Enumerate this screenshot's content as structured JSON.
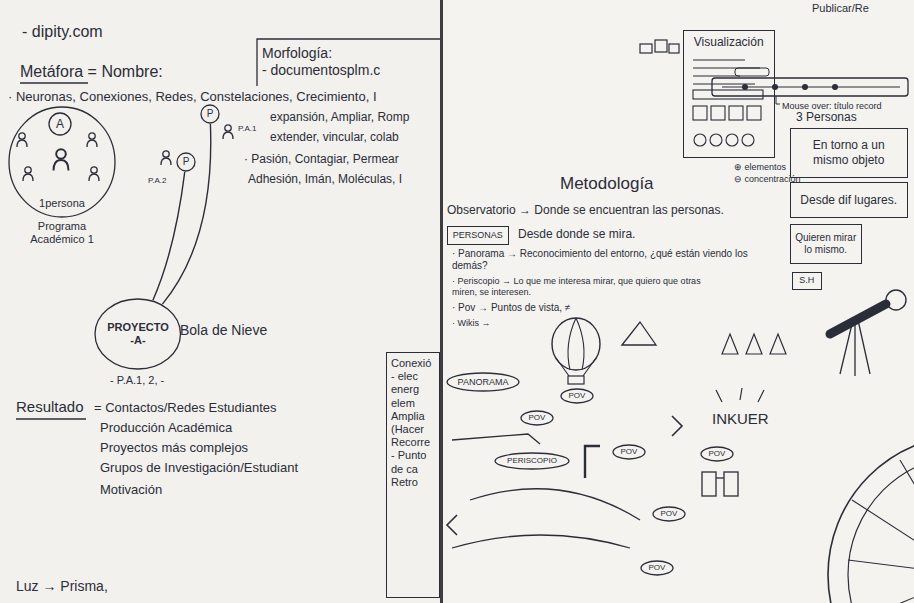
{
  "diagram": {
    "nodes": [
      {
        "text": [
          "Morfología:",
          "- documentosplm.c"
        ]
      },
      {
        "text": [
          "1persona",
          "Programa Académico 1"
        ]
      },
      {
        "text": [
          "A"
        ],
        "in": 1
      },
      {
        "text": [
          "P"
        ]
      },
      {
        "text": [
          "P"
        ]
      },
      {
        "text": [
          "PROYECTO -A-"
        ]
      },
      {
        "text": [
          "Conexió",
          "- elec energ elem",
          "Amplia (Hacer",
          "Recorre - Punto de ca Retro"
        ]
      },
      {
        "text": [
          "Visualización"
        ]
      },
      {
        "text": [
          "PERSONAS"
        ]
      },
      {
        "text": [
          "En torno a un mismo objeto"
        ]
      },
      {
        "text": [
          "Desde dif lugares."
        ]
      },
      {
        "text": [
          "Quieren mirar lo mismo."
        ]
      },
      {
        "text": [
          "S.H"
        ]
      },
      {
        "text": [
          "PANORAMA"
        ]
      },
      {
        "text": [
          "POV"
        ]
      },
      {
        "text": [
          "POV"
        ]
      },
      {
        "text": [
          "POV"
        ]
      },
      {
        "text": [
          "POV"
        ]
      },
      {
        "text": [
          "POV"
        ]
      },
      {
        "text": [
          "POV"
        ]
      },
      {
        "text": [
          "PERISCOPIO"
        ]
      }
    ],
    "edges": [
      {
        "from": 3,
        "to": 5,
        "arrow": "none"
      },
      {
        "from": 4,
        "to": 5,
        "arrow": "none"
      }
    ],
    "labels": [
      "- dipity.com",
      "Metáfora = Nombre:",
      "· Neuronas, Conexiones, Redes, Constelaciones, Crecimiento, I",
      "P.A.1",
      "expansión, Ampliar, Romp",
      "extender, vincular, colab",
      "· Pasión, Contagiar, Permear",
      "P.A.2",
      "Adhesión, Imán, Moléculas, I",
      "Bola de Nieve",
      "- P.A.1, 2, -",
      "Resultado",
      "= Contactos/Redes Estudiantes",
      "Producción Académica",
      "Proyectos más complejos",
      "Grupos de Investigación/Estudiant",
      "Motivación",
      "Luz → Prisma,",
      "Publicar/Re",
      "Mouse over: título record",
      "⊕ elementos",
      "⊖ concentración",
      "3 Personas",
      "Metodología",
      "Observatorio → Donde se encuentran las personas.",
      "Desde donde se mira.",
      "· Panorama → Reconocimiento del entorno, ¿qué están viendo los demás?",
      "· Periscopio → Lo que me interesa mirar, que quiero que otras miren, se interesen.",
      "· Pov → Puntos de vista, ≠",
      "· Wikis →",
      "INKUER"
    ]
  }
}
